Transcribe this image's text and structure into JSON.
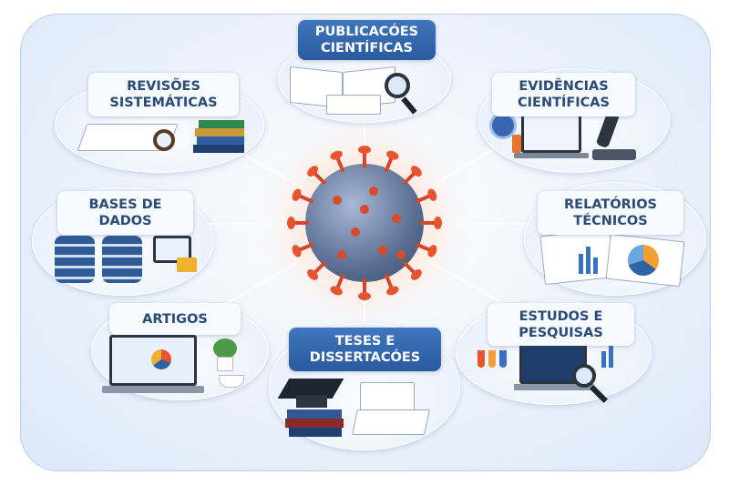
{
  "center": {
    "icon": "virus-icon"
  },
  "nodes": {
    "publicacoes": {
      "line1": "PUBLICACÓES",
      "line2": "CIENTÍFICAS"
    },
    "revisoes": {
      "line1": "REVISÕES",
      "line2": "SISTEMÁTICAS"
    },
    "evidencias": {
      "line1": "EVIDÊNCIAS",
      "line2": "CIENTÍFICAS"
    },
    "bases": {
      "line1": "BASES DE",
      "line2": "DADOS"
    },
    "relatorios": {
      "line1": "RELATÓRIOS",
      "line2": "TÉCNICOS"
    },
    "artigos": {
      "line1": "ARTIGOS"
    },
    "estudos": {
      "line1": "ESTUDOS E",
      "line2": "PESQUISAS"
    },
    "teses": {
      "line1": "TESES E",
      "line2": "DISSERTACÓES"
    }
  },
  "colors": {
    "accent": "#2f63a8",
    "virus_spike": "#e8542f",
    "panel": "#e6eefa"
  }
}
